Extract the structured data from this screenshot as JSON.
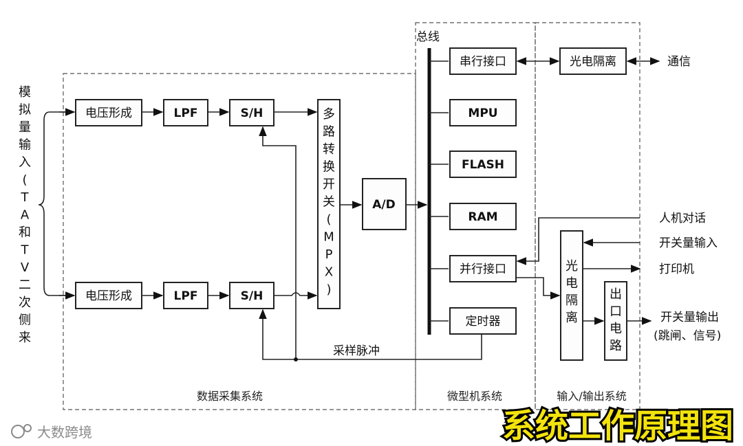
{
  "input_label_chars": [
    "模",
    "拟",
    "量",
    "输",
    "入",
    "(",
    "T",
    "A",
    "和",
    "T",
    "V",
    "二",
    "次",
    "侧",
    "来"
  ],
  "acquisition": {
    "voltage_shaping": "电压形成",
    "lpf": "LPF",
    "sample_hold": "S/H",
    "mpx_chars": [
      "多",
      "路",
      "转",
      "换",
      "开",
      "关",
      "(",
      "M",
      "P",
      "X",
      ")"
    ],
    "ad": "A/D",
    "sampling_pulse": "采样脉冲",
    "title": "数据采集系统"
  },
  "micro": {
    "bus": "总线",
    "serial": "串行接口",
    "mpu": "MPU",
    "flash": "FLASH",
    "ram": "RAM",
    "parallel": "并行接口",
    "timer": "定时器",
    "title": "微型机系统"
  },
  "io": {
    "opto_serial": "光电隔离",
    "opto_chars": [
      "光",
      "电",
      "隔",
      "离"
    ],
    "output_circuit_chars": [
      "出",
      "口",
      "电",
      "路"
    ],
    "title": "输入/输出系统"
  },
  "externals": {
    "comm": "通信",
    "hmi": "人机对话",
    "switch_in": "开关量输入",
    "printer": "打印机",
    "switch_out": "开关量输出",
    "switch_out_sub": "(跳闸、信号)"
  },
  "watermark": "大数跨境",
  "banner": "系统工作原理图"
}
